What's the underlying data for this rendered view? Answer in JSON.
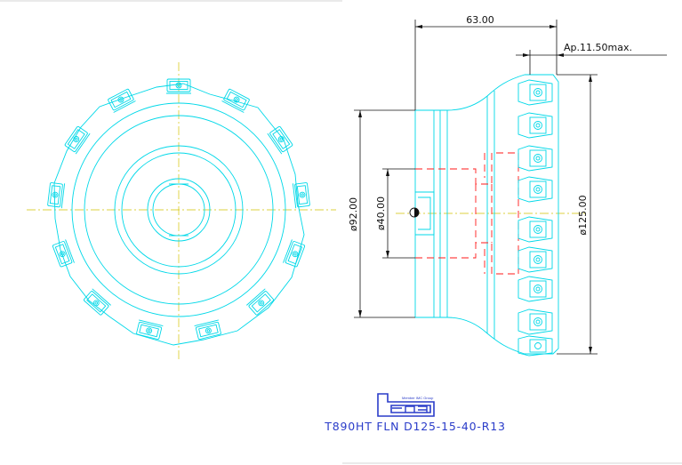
{
  "dimensions": {
    "length": "63.00",
    "ap_max": "Ap.11.50max.",
    "hub_diameter": "ø92.00",
    "bore_diameter": "ø40.00",
    "cutter_diameter": "ø125.00"
  },
  "logo": {
    "tagline": "Member IMC Group",
    "brand": "Iscar"
  },
  "title": "T890HT FLN D125-15-40-R13",
  "colors": {
    "outline": "#00d8e8",
    "centerline": "#d4c400",
    "hidden": "#ff1a1a",
    "dimension": "#111111",
    "title": "#2a3cc9"
  }
}
